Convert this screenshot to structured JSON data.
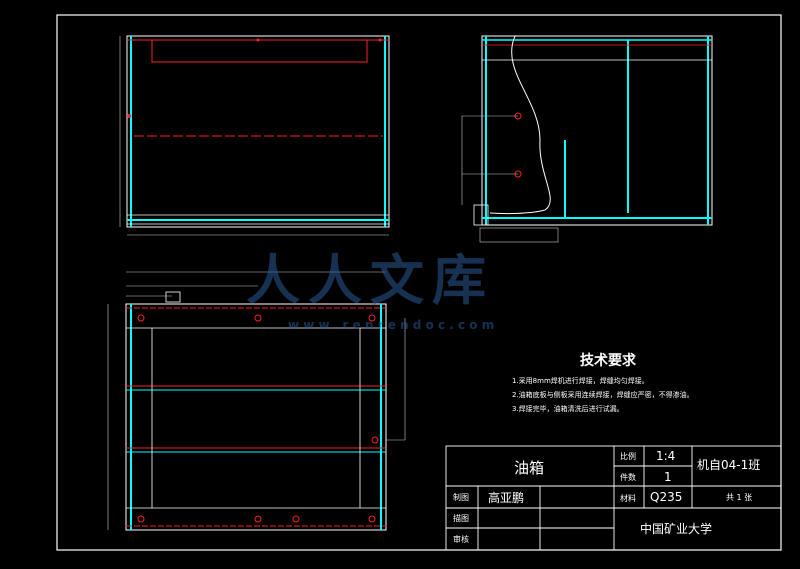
{
  "tech_requirements": {
    "title": "技术要求",
    "items": [
      "1.采用8mm焊机进行焊接，焊缝均匀焊接。",
      "2.油箱底板与侧板采用连续焊接，焊缝应严密，不得渗油。",
      "3.焊接完毕，油箱清洗后进行试漏。"
    ]
  },
  "title_block": {
    "part_name": "油箱",
    "scale_label": "比例",
    "scale_value": "1:4",
    "qty_label": "件数",
    "qty_value": "1",
    "class_name": "机自04-1班",
    "material_label": "材料",
    "material_value": "Q235",
    "sheet_text": "共 1 张",
    "drawn_label": "制图",
    "drawn_by": "高亚鹏",
    "design_label": "描图",
    "check_label": "审核",
    "school": "中国矿业大学"
  },
  "watermark": {
    "text": "人人文库",
    "url": "w w w . r e n r e n d o c . c o m"
  },
  "colors": {
    "outline": "#ffffff",
    "cyan": "#00ffff",
    "red": "#ff2020",
    "dim": "#c8c8c8",
    "watermark": "#2a5a96"
  }
}
